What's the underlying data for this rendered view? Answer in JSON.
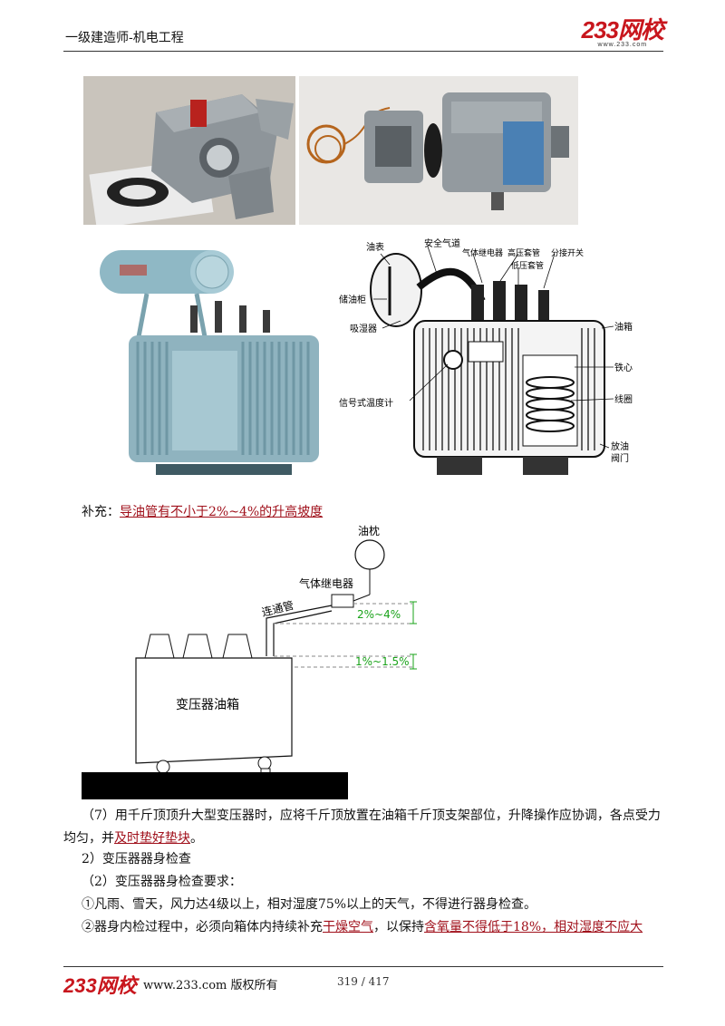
{
  "header": {
    "title": "一级建造师-机电工程",
    "logo_main": "233网校",
    "logo_sub": "www.233.com"
  },
  "diagram_labels": {
    "oil_meter": "油表",
    "safety_vent": "安全气道",
    "gas_relay": "气体继电器",
    "hv_bushing": "高压套管",
    "tap_changer": "分接开关",
    "lv_bushing": "低压套管",
    "conservator": "储油柜",
    "breather": "吸湿器",
    "oil_tank": "油箱",
    "iron_core": "铁心",
    "signal_thermometer": "信号式温度计",
    "coil": "线圈",
    "drain_valve_1": "放油",
    "drain_valve_2": "阀门"
  },
  "supplement": {
    "label": "补充：",
    "text": "导油管有不小于2%~4%的升高坡度"
  },
  "slope_diagram": {
    "conservator": "油枕",
    "gas_relay": "气体继电器",
    "connecting_pipe": "连通管",
    "slope_top": "2%~4%",
    "slope_lid": "1%~1.5%",
    "tank": "变压器油箱"
  },
  "body": {
    "p1_a": "（7）用千斤顶顶升大型变压器时，应将千斤顶放置在油箱千斤顶支架部位，升降操作应协调，各点受力均匀，并",
    "p1_hl": "及时垫好垫块",
    "p1_b": "。",
    "p2": "2）变压器器身检查",
    "p3": "（2）变压器器身检查要求：",
    "p4": "①凡雨、雪天，风力达4级以上，相对湿度75%以上的天气，不得进行器身检查。",
    "p5_a": "②器身内检过程中，必须向箱体内持续补充",
    "p5_hl1": "干燥空气",
    "p5_b": "，以保持",
    "p5_hl2": "含氧量不得低于18%，相对湿度不应大"
  },
  "footer": {
    "logo": "233网校",
    "text": "www.233.com 版权所有",
    "page": "319 / 417"
  }
}
